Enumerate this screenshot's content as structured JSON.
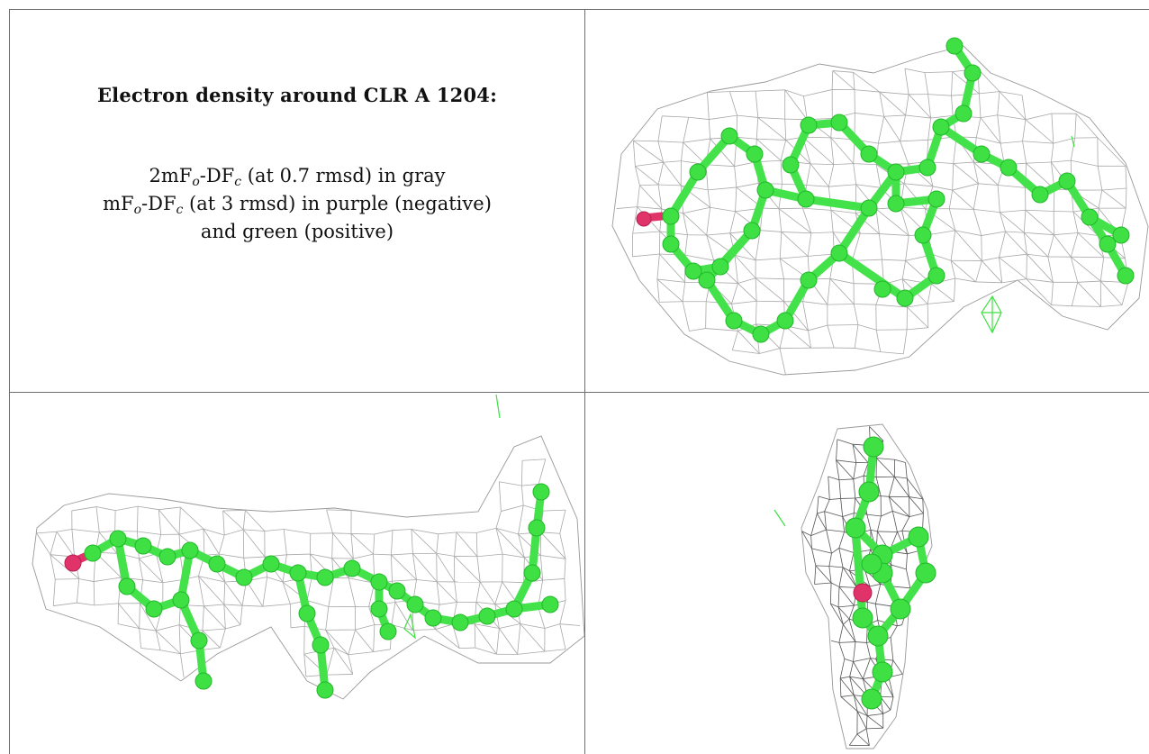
{
  "panel_text": {
    "title": "Electron density around CLR A 1204:",
    "line1_pre": "2mF",
    "line1_sub_o": "o",
    "line1_mid": "-DF",
    "line1_sub_c": "c",
    "line1_post": " (at 0.7 rmsd) in gray",
    "line2_pre": "mF",
    "line2_sub_o": "o",
    "line2_mid": "-DF",
    "line2_sub_c": "c",
    "line2_post": " (at 3 rmsd) in purple (negative)",
    "line3": "and green (positive)"
  },
  "colors": {
    "mesh_gray": "#a8a8a8",
    "carbon_green": "#3ee044",
    "oxygen_pink": "#e0336a",
    "grid_line": "#6e6e6e"
  },
  "views": [
    {
      "id": "front-view"
    },
    {
      "id": "side-view"
    },
    {
      "id": "end-view"
    }
  ]
}
